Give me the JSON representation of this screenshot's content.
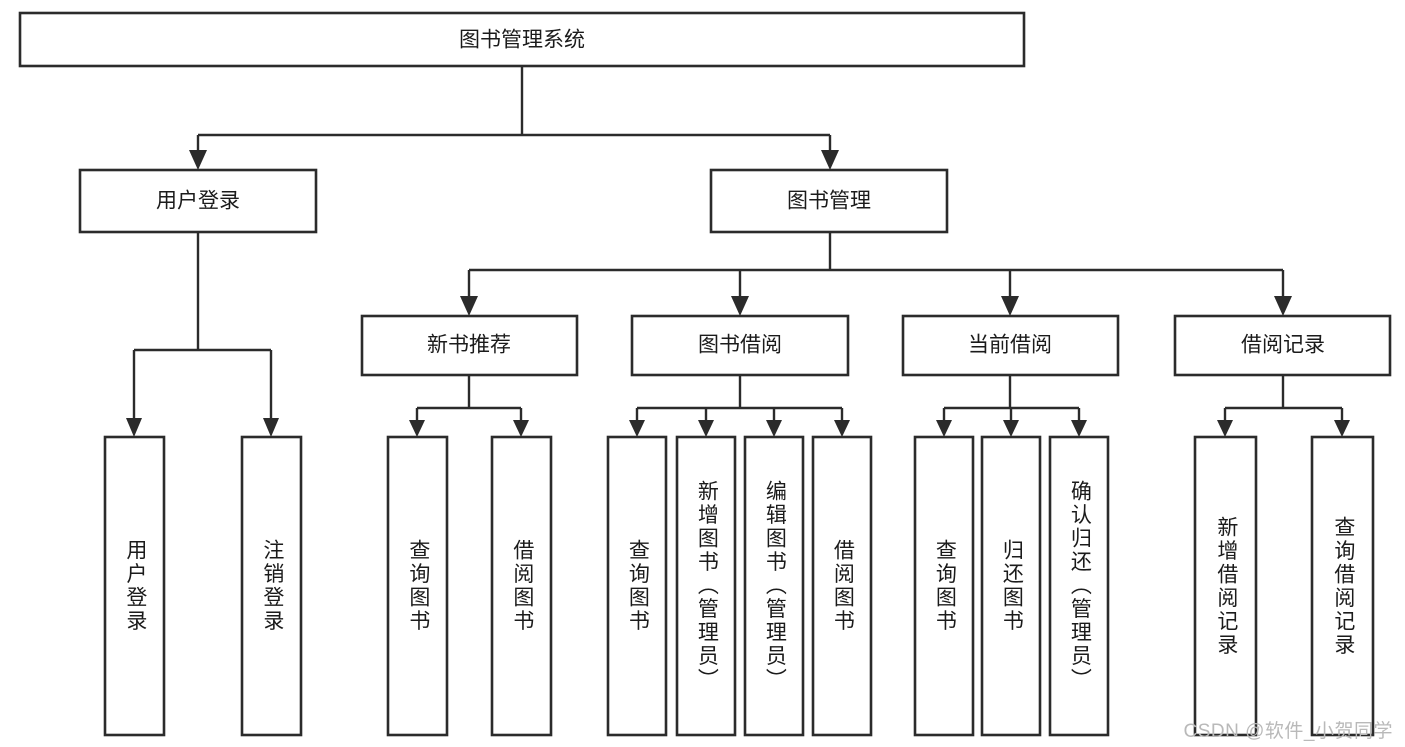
{
  "diagram": {
    "type": "tree-hierarchy-chart",
    "title": "图书管理系统",
    "orientation": "top-down",
    "colors": {
      "box_stroke": "#2b2b2b",
      "box_fill": "#ffffff",
      "text": "#1b1b1b",
      "connector": "#2b2b2b",
      "watermark": "#b9b9b9",
      "background": "#ffffff"
    },
    "root": {
      "id": "root",
      "label": "图书管理系统"
    },
    "level2": [
      {
        "id": "user-login",
        "label": "用户登录"
      },
      {
        "id": "book-management",
        "label": "图书管理"
      }
    ],
    "level3": [
      {
        "id": "new-book-recommend",
        "label": "新书推荐",
        "parent": "book-management"
      },
      {
        "id": "book-borrow",
        "label": "图书借阅",
        "parent": "book-management"
      },
      {
        "id": "current-borrow",
        "label": "当前借阅",
        "parent": "book-management"
      },
      {
        "id": "borrow-record",
        "label": "借阅记录",
        "parent": "book-management"
      }
    ],
    "leaves": [
      {
        "id": "leaf-user-login",
        "label": "用户登录",
        "parent": "user-login"
      },
      {
        "id": "leaf-logout",
        "label": "注销登录",
        "parent": "user-login"
      },
      {
        "id": "leaf-query-book-1",
        "label": "查询图书",
        "parent": "new-book-recommend"
      },
      {
        "id": "leaf-borrow-book-1",
        "label": "借阅图书",
        "parent": "new-book-recommend"
      },
      {
        "id": "leaf-query-book-2",
        "label": "查询图书",
        "parent": "book-borrow"
      },
      {
        "id": "leaf-add-book",
        "label": "新增图书（管理员）",
        "parent": "book-borrow"
      },
      {
        "id": "leaf-edit-book",
        "label": "编辑图书（管理员）",
        "parent": "book-borrow"
      },
      {
        "id": "leaf-borrow-book-2",
        "label": "借阅图书",
        "parent": "book-borrow"
      },
      {
        "id": "leaf-query-book-3",
        "label": "查询图书",
        "parent": "current-borrow"
      },
      {
        "id": "leaf-return-book",
        "label": "归还图书",
        "parent": "current-borrow"
      },
      {
        "id": "leaf-confirm-return",
        "label": "确认归还（管理员）",
        "parent": "current-borrow"
      },
      {
        "id": "leaf-add-record",
        "label": "新增借阅记录",
        "parent": "borrow-record"
      },
      {
        "id": "leaf-query-record",
        "label": "查询借阅记录",
        "parent": "borrow-record"
      }
    ]
  },
  "watermark": {
    "text": "CSDN @软件_小贺同学"
  }
}
